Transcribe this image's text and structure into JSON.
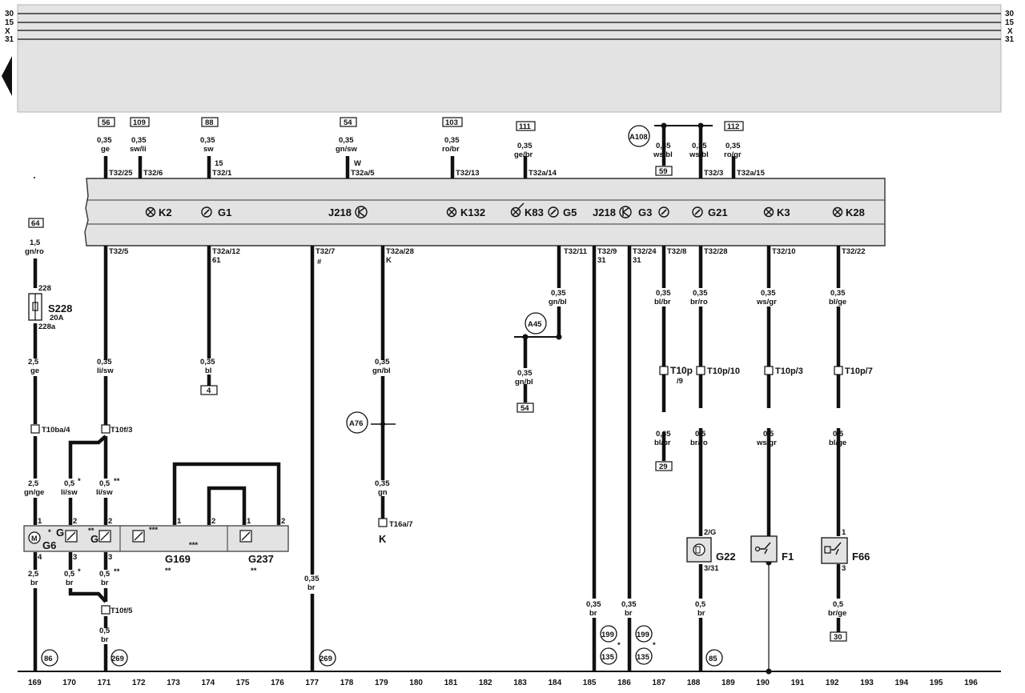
{
  "rails": [
    "30",
    "15",
    "X",
    "31"
  ],
  "columns": [
    "169",
    "170",
    "171",
    "172",
    "173",
    "174",
    "175",
    "176",
    "177",
    "178",
    "179",
    "180",
    "181",
    "182",
    "183",
    "184",
    "185",
    "186",
    "187",
    "188",
    "189",
    "190",
    "191",
    "192",
    "193",
    "194",
    "195",
    "196"
  ],
  "top_refs": [
    {
      "num": "56",
      "gauge": "0,35",
      "color": "ge",
      "pin": "T32/25"
    },
    {
      "num": "109",
      "gauge": "0,35",
      "color": "sw/li",
      "pin": "T32/6"
    },
    {
      "num": "88",
      "gauge": "0,35",
      "color": "sw",
      "pin": "T32/1",
      "note": "15"
    },
    {
      "num": "54",
      "gauge": "0,35",
      "color": "gn/sw",
      "pin": "T32a/5",
      "note": "W"
    },
    {
      "num": "103",
      "gauge": "0,35",
      "color": "ro/br",
      "pin": "T32/13"
    },
    {
      "num": "111",
      "gauge": "0,35",
      "color": "ge/br",
      "pin": "T32a/14"
    },
    {
      "num": "112",
      "gauge": "0,35",
      "color": "ro/gr",
      "pin": "T32a/15"
    }
  ],
  "a108": {
    "label": "A108",
    "w1_gauge": "0,35",
    "w1_color": "ws/bl",
    "w1_box": "59",
    "w2_gauge": "0,35",
    "w2_color": "ws/bl",
    "w2_pin": "T32/3"
  },
  "cluster": {
    "items": [
      "K2",
      "G1",
      "J218",
      "K132",
      "K83",
      "G5",
      "J218",
      "G3",
      "G21",
      "K3",
      "K28"
    ]
  },
  "bottom_pins": [
    {
      "pin": "T32/5"
    },
    {
      "pin": "T32a/12",
      "note": "61"
    },
    {
      "pin": "T32/7",
      "note": "#"
    },
    {
      "pin": "T32a/28",
      "note": "K"
    },
    {
      "pin": "T32/11"
    },
    {
      "pin": "T32/9",
      "note": "31"
    },
    {
      "pin": "T32/24",
      "note": "31"
    },
    {
      "pin": "T32/8"
    },
    {
      "pin": "T32/28"
    },
    {
      "pin": "T32/10"
    },
    {
      "pin": "T32/22"
    }
  ],
  "left_branch": {
    "ref": "64",
    "gauge": "1,5",
    "color": "gn/ro",
    "fuse_in": "228",
    "fuse": "S228",
    "fuse_rating": "20A",
    "fuse_out": "228a",
    "w2_gauge": "2,5",
    "w2_color": "ge",
    "conn": "T10ba/4",
    "w3_gauge": "2,5",
    "w3_color": "gn/ge",
    "w4_gauge": "2,5",
    "w4_color": "br",
    "ground": "86",
    "g6": "G6"
  },
  "wire_labels": {
    "c171_gauge": "0,35",
    "c171_color": "li/sw",
    "t10f3": "T10f/3",
    "c170_gauge": "0,5",
    "c170_color": "li/sw",
    "c171b_gauge": "0,5",
    "c171b_color": "li/sw",
    "c170_br_gauge": "0,5",
    "c170_br_color": "br",
    "c171_br_gauge": "0,5",
    "c171_br_color": "br",
    "t10f5": "T10f/5",
    "c171c_gauge": "0,5",
    "c171c_color": "br",
    "c171_ground": "269",
    "c174_gauge": "0,35",
    "c174_color": "bl",
    "c174_box": "4",
    "c177_gauge": "0,35",
    "c177_color": "br",
    "c177_ground": "269",
    "c179_gauge": "0,35",
    "c179_color": "gn/bl",
    "a76": "A76",
    "c179b_gauge": "0,35",
    "c179b_color": "gn",
    "t16a7": "T16a/7",
    "k": "K",
    "c184_gauge": "0,35",
    "c184_color": "gn/bl",
    "a45": "A45",
    "c183_gauge": "0,35",
    "c183_color": "gn/bl",
    "c183_box": "54",
    "c185_gauge": "0,35",
    "c185_color": "br",
    "c186_gauge": "0,35",
    "c186_color": "br",
    "g199a": "199",
    "g135a": "135",
    "g199b": "199",
    "g135b": "135",
    "c187_gauge": "0,35",
    "c187_color": "bl/br",
    "t10p9": "T10p",
    "t10p9b": "/9",
    "c187b_gauge": "0,35",
    "c187b_color": "bl/br",
    "c187_box": "29",
    "c188_gauge": "0,35",
    "c188_color": "br/ro",
    "t10p10": "T10p/10",
    "c188b_gauge": "0,5",
    "c188b_color": "br/ro",
    "g22_pin_in": "2/G",
    "g22": "G22",
    "g22_pin_out": "3/31",
    "c188c_gauge": "0,5",
    "c188c_color": "br",
    "c188_ground": "85",
    "c190_gauge": "0,35",
    "c190_color": "ws/gr",
    "t10p3": "T10p/3",
    "c190b_gauge": "0,5",
    "c190b_color": "ws/gr",
    "f1": "F1",
    "c192_gauge": "0,35",
    "c192_color": "bl/ge",
    "t10p7": "T10p/7",
    "c192b_gauge": "0,5",
    "c192b_color": "bl/ge",
    "f66": "F66",
    "c192c_gauge": "0,5",
    "c192c_color": "br/ge",
    "c192_box": "30",
    "g_label": "G",
    "g169": "G169",
    "g237": "G237",
    "pin1": "1",
    "pin2": "2",
    "pin3": "3",
    "pin4": "4"
  }
}
